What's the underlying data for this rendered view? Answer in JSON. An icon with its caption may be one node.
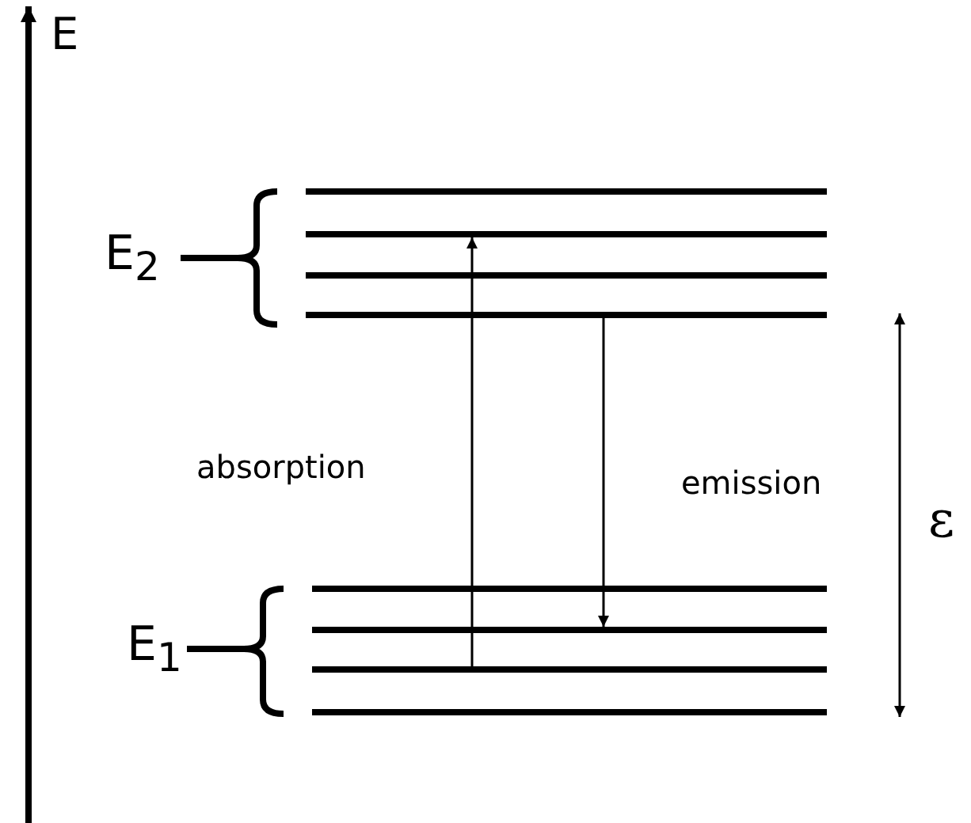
{
  "diagram": {
    "nodes": [
      {
        "text": [],
        "shape": "bar"
      },
      {
        "text": [],
        "shape": "bar"
      },
      {
        "text": [],
        "shape": "bar"
      },
      {
        "text": [],
        "shape": "bar"
      },
      {
        "text": [],
        "shape": "bar"
      },
      {
        "text": [],
        "shape": "bar"
      },
      {
        "text": [],
        "shape": "bar"
      },
      {
        "text": [],
        "shape": "bar"
      }
    ],
    "edges": [
      {
        "from": 6,
        "to": 1,
        "arrow": "to",
        "label": "absorption"
      },
      {
        "from": 3,
        "to": 5,
        "arrow": "to",
        "label": "emission"
      }
    ],
    "labels": [
      "E",
      "E$_{2}$",
      "E$_{1}$",
      "ε"
    ]
  }
}
